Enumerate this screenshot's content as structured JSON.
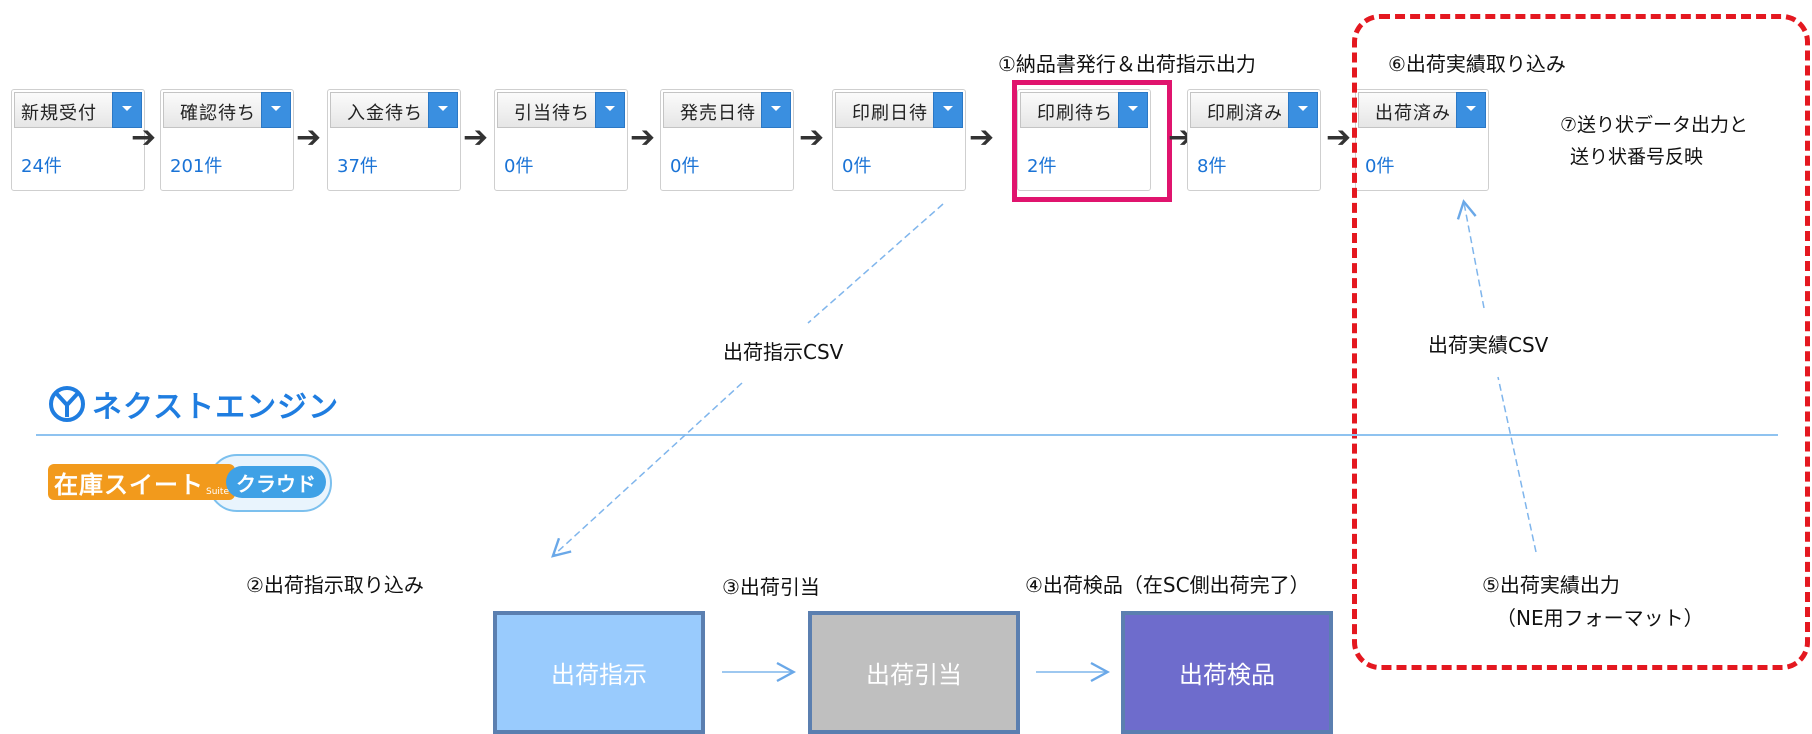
{
  "flow": [
    {
      "label": "新規受付",
      "count": "24件"
    },
    {
      "label": "確認待ち",
      "count": "201件"
    },
    {
      "label": "入金待ち",
      "count": "37件"
    },
    {
      "label": "引当待ち",
      "count": "0件"
    },
    {
      "label": "発売日待",
      "count": "0件"
    },
    {
      "label": "印刷日待",
      "count": "0件"
    },
    {
      "label": "印刷待ち",
      "count": "2件"
    },
    {
      "label": "印刷済み",
      "count": "8件"
    },
    {
      "label": "出荷済み",
      "count": "0件"
    }
  ],
  "notes": {
    "step1": "①納品書発行＆出荷指示出力",
    "step6": "⑥出荷実績取り込み",
    "step7_line1": "⑦送り状データ出力と",
    "step7_line2": "送り状番号反映",
    "csv_out": "出荷指示CSV",
    "csv_in": "出荷実績CSV",
    "step2": "②出荷指示取り込み",
    "step3": "③出荷引当",
    "step4": "④出荷検品（在SC側出荷完了）",
    "step5_line1": "⑤出荷実績出力",
    "step5_line2": "（NE用フォーマット）"
  },
  "brands": {
    "ne_name": "ネクストエンジン",
    "sc_name_main": "在庫スイート",
    "sc_name_sub": "Suite",
    "sc_cloud": "クラウド"
  },
  "process": [
    {
      "label": "出荷指示",
      "color": "#99cbfd"
    },
    {
      "label": "出荷引当",
      "color": "#bfbfbf"
    },
    {
      "label": "出荷検品",
      "color": "#6e6ccc"
    }
  ],
  "colors": {
    "highlight": "#e0146e",
    "dashed_region": "#e41820",
    "link_blue": "#1a73d6",
    "divider": "#8fc3f0"
  }
}
